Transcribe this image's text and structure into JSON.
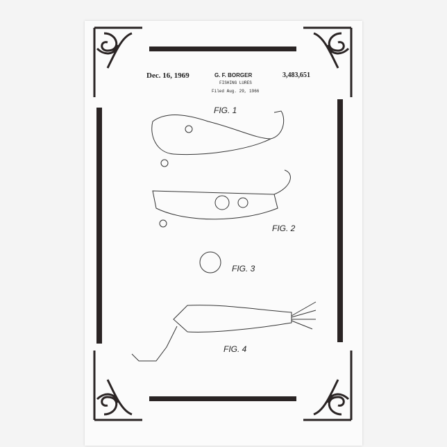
{
  "patent": {
    "date": "Dec. 16, 1969",
    "inventor": "G. F. BORGER",
    "title": "FISHING LURES",
    "filed": "Filed Aug. 29, 1966",
    "number": "3,483,651"
  },
  "figures": [
    "FIG. 1",
    "FIG. 2",
    "FIG. 3",
    "FIG. 4"
  ],
  "colors": {
    "frame": "#2a2424",
    "towel": "#fbfbfb",
    "background": "#f4f4f4"
  }
}
